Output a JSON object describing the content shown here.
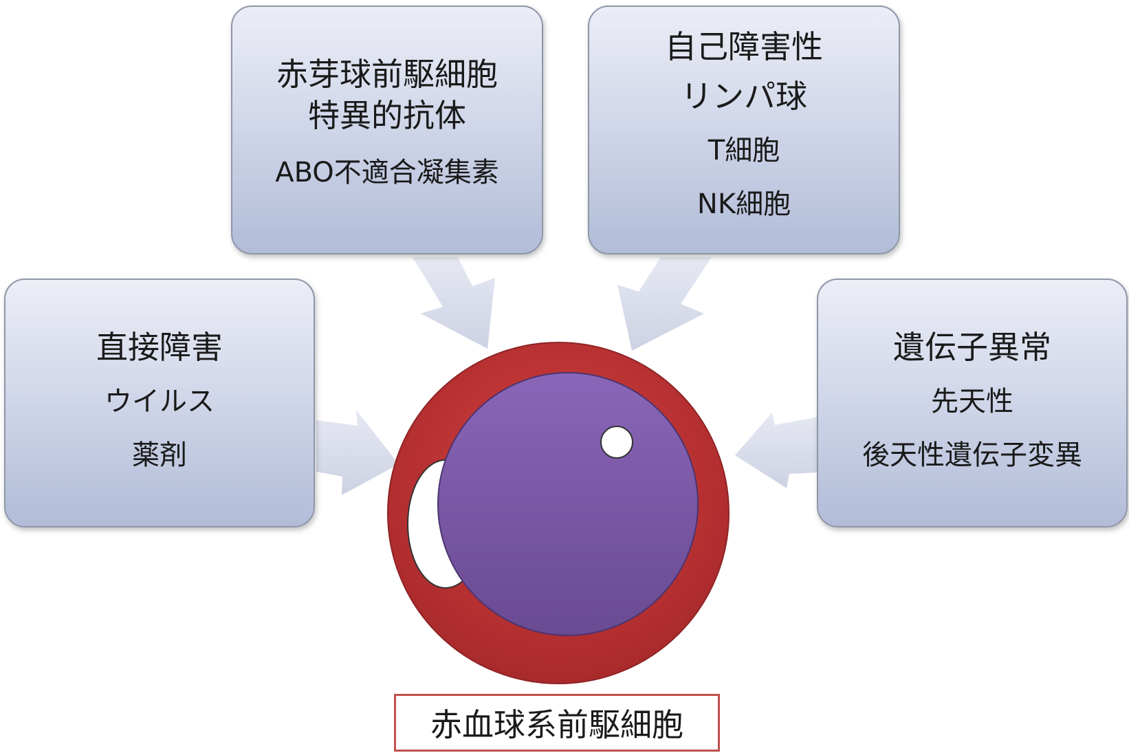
{
  "boxes": {
    "top_left": {
      "line1": "赤芽球前駆細胞",
      "line2": "特異的抗体",
      "line3": "ABO不適合凝集素"
    },
    "top_right": {
      "line1": "自己障害性",
      "line2": "リンパ球",
      "line3": "T細胞",
      "line4": "NK細胞"
    },
    "left": {
      "line1": "直接障害",
      "line2": "ウイルス",
      "line3": "薬剤"
    },
    "right": {
      "line1": "遺伝子異常",
      "line2": "先天性",
      "line3": "後天性遺伝子変異"
    }
  },
  "cell": {
    "label": "赤血球系前駆細胞"
  },
  "colors": {
    "cell_outer": "#c8363a",
    "nucleus": "#7c5aa6",
    "box_top": "#eceef6",
    "box_bottom": "#b2bcd8",
    "arrow": "#d7dbea",
    "caption_border": "#c0504d"
  }
}
